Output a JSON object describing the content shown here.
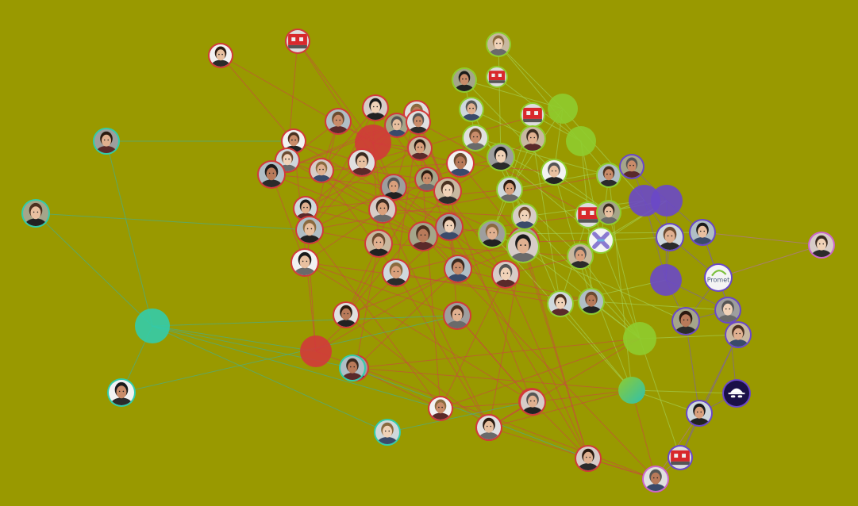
{
  "graph": {
    "background": "#999900",
    "clusters": [
      {
        "id": "red",
        "color": "#d23a3a",
        "edge_color": "#cc4444"
      },
      {
        "id": "green",
        "color": "#8fcc2e",
        "edge_color": "#a6d65a"
      },
      {
        "id": "purple",
        "color": "#6a48c8",
        "edge_color": "#7a5ab8"
      },
      {
        "id": "teal",
        "color": "#33ccaa",
        "edge_color": "#3bb0a0"
      },
      {
        "id": "pink",
        "color": "#cc66cc",
        "edge_color": "#b070b0"
      }
    ],
    "nodes": [
      {
        "id": "n1",
        "cluster": "red",
        "kind": "avatar"
      },
      {
        "id": "n2",
        "cluster": "red",
        "kind": "logo-red-box"
      },
      {
        "id": "n3",
        "cluster": "red",
        "kind": "avatar"
      },
      {
        "id": "n4",
        "cluster": "red",
        "kind": "avatar"
      },
      {
        "id": "n5",
        "cluster": "red",
        "kind": "avatar"
      },
      {
        "id": "n6",
        "cluster": "red",
        "kind": "filled"
      },
      {
        "id": "n7",
        "cluster": "red",
        "kind": "avatar"
      },
      {
        "id": "n8",
        "cluster": "red",
        "kind": "avatar"
      },
      {
        "id": "n9",
        "cluster": "red",
        "kind": "avatar"
      },
      {
        "id": "n10",
        "cluster": "red",
        "kind": "avatar"
      },
      {
        "id": "n11",
        "cluster": "red",
        "kind": "avatar"
      },
      {
        "id": "n12",
        "cluster": "red",
        "kind": "avatar"
      },
      {
        "id": "n13",
        "cluster": "red",
        "kind": "avatar"
      },
      {
        "id": "n14",
        "cluster": "red",
        "kind": "avatar"
      },
      {
        "id": "n15",
        "cluster": "red",
        "kind": "avatar"
      },
      {
        "id": "n16",
        "cluster": "red",
        "kind": "avatar"
      },
      {
        "id": "n17",
        "cluster": "red",
        "kind": "avatar"
      },
      {
        "id": "n18",
        "cluster": "red",
        "kind": "avatar"
      },
      {
        "id": "n19",
        "cluster": "red",
        "kind": "avatar"
      },
      {
        "id": "n20",
        "cluster": "red",
        "kind": "avatar"
      },
      {
        "id": "n21",
        "cluster": "red",
        "kind": "avatar"
      },
      {
        "id": "n22",
        "cluster": "red",
        "kind": "avatar"
      },
      {
        "id": "n23",
        "cluster": "red",
        "kind": "avatar"
      },
      {
        "id": "n24",
        "cluster": "red",
        "kind": "avatar"
      },
      {
        "id": "n25",
        "cluster": "red",
        "kind": "avatar"
      },
      {
        "id": "n26",
        "cluster": "red",
        "kind": "avatar"
      },
      {
        "id": "n27",
        "cluster": "red",
        "kind": "avatar"
      },
      {
        "id": "n28",
        "cluster": "red",
        "kind": "avatar"
      },
      {
        "id": "n29",
        "cluster": "red",
        "kind": "avatar"
      },
      {
        "id": "n30",
        "cluster": "red",
        "kind": "avatar"
      },
      {
        "id": "n31",
        "cluster": "red",
        "kind": "avatar"
      },
      {
        "id": "n32",
        "cluster": "red",
        "kind": "filled"
      },
      {
        "id": "n33",
        "cluster": "red",
        "kind": "avatar"
      },
      {
        "id": "n34",
        "cluster": "red",
        "kind": "avatar"
      },
      {
        "id": "n35",
        "cluster": "red",
        "kind": "avatar"
      },
      {
        "id": "n36",
        "cluster": "red",
        "kind": "avatar"
      },
      {
        "id": "n37",
        "cluster": "red",
        "kind": "avatar"
      },
      {
        "id": "n38",
        "cluster": "red",
        "kind": "avatar"
      },
      {
        "id": "n39",
        "cluster": "green",
        "kind": "avatar"
      },
      {
        "id": "n40",
        "cluster": "green",
        "kind": "avatar"
      },
      {
        "id": "n41",
        "cluster": "green",
        "kind": "logo-red-box"
      },
      {
        "id": "n42",
        "cluster": "green",
        "kind": "avatar"
      },
      {
        "id": "n43",
        "cluster": "green",
        "kind": "logo-red-box"
      },
      {
        "id": "n44",
        "cluster": "green",
        "kind": "filled"
      },
      {
        "id": "n45",
        "cluster": "green",
        "kind": "avatar"
      },
      {
        "id": "n46",
        "cluster": "green",
        "kind": "avatar"
      },
      {
        "id": "n47",
        "cluster": "green",
        "kind": "filled"
      },
      {
        "id": "n48",
        "cluster": "green",
        "kind": "avatar"
      },
      {
        "id": "n49",
        "cluster": "green",
        "kind": "avatar"
      },
      {
        "id": "n50",
        "cluster": "green",
        "kind": "avatar"
      },
      {
        "id": "n51",
        "cluster": "green",
        "kind": "avatar"
      },
      {
        "id": "n52",
        "cluster": "green",
        "kind": "avatar"
      },
      {
        "id": "n53",
        "cluster": "green",
        "kind": "logo-red-box"
      },
      {
        "id": "n54",
        "cluster": "green",
        "kind": "avatar"
      },
      {
        "id": "n55",
        "cluster": "green",
        "kind": "avatar"
      },
      {
        "id": "n56",
        "cluster": "green",
        "kind": "avatar"
      },
      {
        "id": "n57",
        "cluster": "green",
        "kind": "logo-x"
      },
      {
        "id": "n58",
        "cluster": "green",
        "kind": "avatar"
      },
      {
        "id": "n59",
        "cluster": "green",
        "kind": "avatar"
      },
      {
        "id": "n60",
        "cluster": "green",
        "kind": "avatar"
      },
      {
        "id": "n61",
        "cluster": "green",
        "kind": "filled"
      },
      {
        "id": "n62",
        "cluster": "green",
        "kind": "filled-gradient"
      },
      {
        "id": "n63",
        "cluster": "purple",
        "kind": "avatar"
      },
      {
        "id": "n64",
        "cluster": "purple",
        "kind": "filled"
      },
      {
        "id": "n65",
        "cluster": "purple",
        "kind": "filled"
      },
      {
        "id": "n66",
        "cluster": "purple",
        "kind": "avatar"
      },
      {
        "id": "n67",
        "cluster": "purple",
        "kind": "avatar"
      },
      {
        "id": "n68",
        "cluster": "purple",
        "kind": "filled"
      },
      {
        "id": "n69",
        "cluster": "purple",
        "kind": "logo-text",
        "label": "Promet"
      },
      {
        "id": "n70",
        "cluster": "purple",
        "kind": "avatar"
      },
      {
        "id": "n71",
        "cluster": "purple",
        "kind": "avatar"
      },
      {
        "id": "n72",
        "cluster": "purple",
        "kind": "avatar"
      },
      {
        "id": "n73",
        "cluster": "purple",
        "kind": "logo-hat"
      },
      {
        "id": "n74",
        "cluster": "purple",
        "kind": "avatar"
      },
      {
        "id": "n75",
        "cluster": "purple",
        "kind": "logo-red-box"
      },
      {
        "id": "n76",
        "cluster": "pink",
        "kind": "avatar"
      },
      {
        "id": "n77",
        "cluster": "pink",
        "kind": "avatar"
      },
      {
        "id": "n78",
        "cluster": "teal",
        "kind": "avatar"
      },
      {
        "id": "n79",
        "cluster": "teal",
        "kind": "avatar"
      },
      {
        "id": "n80",
        "cluster": "teal",
        "kind": "filled"
      },
      {
        "id": "n81",
        "cluster": "teal",
        "kind": "avatar"
      },
      {
        "id": "n82",
        "cluster": "teal",
        "kind": "avatar"
      },
      {
        "id": "n83",
        "cluster": "teal",
        "kind": "avatar"
      },
      {
        "id": "n84",
        "cluster": "red",
        "kind": "avatar"
      },
      {
        "id": "n85",
        "cluster": "red",
        "kind": "avatar"
      }
    ],
    "edges": [
      [
        "n1",
        "n6"
      ],
      [
        "n1",
        "n9"
      ],
      [
        "n2",
        "n6"
      ],
      [
        "n2",
        "n10"
      ],
      [
        "n2",
        "n14"
      ],
      [
        "n3",
        "n6"
      ],
      [
        "n3",
        "n10"
      ],
      [
        "n3",
        "n12"
      ],
      [
        "n4",
        "n6"
      ],
      [
        "n4",
        "n12"
      ],
      [
        "n4",
        "n15"
      ],
      [
        "n5",
        "n6"
      ],
      [
        "n5",
        "n11"
      ],
      [
        "n5",
        "n16"
      ],
      [
        "n6",
        "n7"
      ],
      [
        "n6",
        "n8"
      ],
      [
        "n6",
        "n13"
      ],
      [
        "n6",
        "n14"
      ],
      [
        "n6",
        "n17"
      ],
      [
        "n6",
        "n20"
      ],
      [
        "n6",
        "n24"
      ],
      [
        "n7",
        "n11"
      ],
      [
        "n7",
        "n19"
      ],
      [
        "n8",
        "n18"
      ],
      [
        "n8",
        "n21"
      ],
      [
        "n9",
        "n13"
      ],
      [
        "n9",
        "n22"
      ],
      [
        "n10",
        "n15"
      ],
      [
        "n10",
        "n23"
      ],
      [
        "n11",
        "n16"
      ],
      [
        "n11",
        "n25"
      ],
      [
        "n12",
        "n17"
      ],
      [
        "n12",
        "n26"
      ],
      [
        "n13",
        "n18"
      ],
      [
        "n13",
        "n27"
      ],
      [
        "n14",
        "n19"
      ],
      [
        "n14",
        "n28"
      ],
      [
        "n15",
        "n20"
      ],
      [
        "n15",
        "n29"
      ],
      [
        "n16",
        "n21"
      ],
      [
        "n16",
        "n30"
      ],
      [
        "n17",
        "n22"
      ],
      [
        "n17",
        "n31"
      ],
      [
        "n18",
        "n23"
      ],
      [
        "n18",
        "n32"
      ],
      [
        "n19",
        "n24"
      ],
      [
        "n19",
        "n33"
      ],
      [
        "n20",
        "n25"
      ],
      [
        "n20",
        "n34"
      ],
      [
        "n21",
        "n26"
      ],
      [
        "n21",
        "n35"
      ],
      [
        "n22",
        "n27"
      ],
      [
        "n22",
        "n36"
      ],
      [
        "n23",
        "n28"
      ],
      [
        "n23",
        "n37"
      ],
      [
        "n24",
        "n29"
      ],
      [
        "n24",
        "n38"
      ],
      [
        "n25",
        "n30"
      ],
      [
        "n25",
        "n84"
      ],
      [
        "n26",
        "n31"
      ],
      [
        "n26",
        "n85"
      ],
      [
        "n27",
        "n32"
      ],
      [
        "n28",
        "n33"
      ],
      [
        "n29",
        "n34"
      ],
      [
        "n30",
        "n35"
      ],
      [
        "n31",
        "n36"
      ],
      [
        "n32",
        "n37"
      ],
      [
        "n33",
        "n38"
      ],
      [
        "n34",
        "n84"
      ],
      [
        "n35",
        "n85"
      ],
      [
        "n36",
        "n37"
      ],
      [
        "n27",
        "n38"
      ],
      [
        "n22",
        "n32"
      ],
      [
        "n21",
        "n33"
      ],
      [
        "n28",
        "n36"
      ],
      [
        "n30",
        "n84"
      ],
      [
        "n31",
        "n85"
      ],
      [
        "n9",
        "n32"
      ],
      [
        "n8",
        "n27"
      ],
      [
        "n14",
        "n31"
      ],
      [
        "n10",
        "n22"
      ],
      [
        "n11",
        "n23"
      ],
      [
        "n12",
        "n20"
      ],
      [
        "n16",
        "n29"
      ],
      [
        "n5",
        "n24"
      ],
      [
        "n4",
        "n19"
      ],
      [
        "n3",
        "n25"
      ],
      [
        "n7",
        "n28"
      ],
      [
        "n39",
        "n44"
      ],
      [
        "n39",
        "n45"
      ],
      [
        "n40",
        "n44"
      ],
      [
        "n40",
        "n46"
      ],
      [
        "n41",
        "n47"
      ],
      [
        "n42",
        "n48"
      ],
      [
        "n43",
        "n47"
      ],
      [
        "n44",
        "n49"
      ],
      [
        "n44",
        "n50"
      ],
      [
        "n45",
        "n51"
      ],
      [
        "n46",
        "n52"
      ],
      [
        "n47",
        "n53"
      ],
      [
        "n48",
        "n54"
      ],
      [
        "n49",
        "n55"
      ],
      [
        "n50",
        "n56"
      ],
      [
        "n51",
        "n57"
      ],
      [
        "n52",
        "n58"
      ],
      [
        "n53",
        "n59"
      ],
      [
        "n54",
        "n60"
      ],
      [
        "n55",
        "n61"
      ],
      [
        "n56",
        "n62"
      ],
      [
        "n57",
        "n61"
      ],
      [
        "n58",
        "n62"
      ],
      [
        "n59",
        "n61"
      ],
      [
        "n60",
        "n61"
      ],
      [
        "n45",
        "n55"
      ],
      [
        "n46",
        "n57"
      ],
      [
        "n48",
        "n58"
      ],
      [
        "n49",
        "n59"
      ],
      [
        "n50",
        "n60"
      ],
      [
        "n52",
        "n61"
      ],
      [
        "n54",
        "n62"
      ],
      [
        "n56",
        "n61"
      ],
      [
        "n51",
        "n62"
      ],
      [
        "n47",
        "n57"
      ],
      [
        "n53",
        "n58"
      ],
      [
        "n39",
        "n49"
      ],
      [
        "n40",
        "n51"
      ],
      [
        "n42",
        "n52"
      ],
      [
        "n43",
        "n54"
      ],
      [
        "n63",
        "n64"
      ],
      [
        "n63",
        "n65"
      ],
      [
        "n64",
        "n66"
      ],
      [
        "n65",
        "n67"
      ],
      [
        "n66",
        "n68"
      ],
      [
        "n67",
        "n69"
      ],
      [
        "n68",
        "n70"
      ],
      [
        "n68",
        "n71"
      ],
      [
        "n69",
        "n72"
      ],
      [
        "n70",
        "n73"
      ],
      [
        "n71",
        "n74"
      ],
      [
        "n72",
        "n74"
      ],
      [
        "n73",
        "n74"
      ],
      [
        "n74",
        "n75"
      ],
      [
        "n64",
        "n68"
      ],
      [
        "n65",
        "n68"
      ],
      [
        "n66",
        "n69"
      ],
      [
        "n67",
        "n72"
      ],
      [
        "n70",
        "n71"
      ],
      [
        "n69",
        "n71"
      ],
      [
        "n72",
        "n75"
      ],
      [
        "n76",
        "n67"
      ],
      [
        "n76",
        "n69"
      ],
      [
        "n77",
        "n74"
      ],
      [
        "n77",
        "n75"
      ],
      [
        "n78",
        "n80"
      ],
      [
        "n79",
        "n80"
      ],
      [
        "n80",
        "n81"
      ],
      [
        "n80",
        "n82"
      ],
      [
        "n80",
        "n83"
      ],
      [
        "n80",
        "n32"
      ],
      [
        "n78",
        "n9"
      ],
      [
        "n79",
        "n19"
      ],
      [
        "n81",
        "n30"
      ],
      [
        "n82",
        "n35"
      ],
      [
        "n83",
        "n36"
      ],
      [
        "n80",
        "n33"
      ],
      [
        "n80",
        "n30"
      ],
      [
        "n15",
        "n45"
      ],
      [
        "n17",
        "n49"
      ],
      [
        "n18",
        "n50"
      ],
      [
        "n20",
        "n52"
      ],
      [
        "n23",
        "n55"
      ],
      [
        "n24",
        "n56"
      ],
      [
        "n26",
        "n58"
      ],
      [
        "n27",
        "n59"
      ],
      [
        "n29",
        "n60"
      ],
      [
        "n31",
        "n57"
      ],
      [
        "n33",
        "n61"
      ],
      [
        "n34",
        "n62"
      ],
      [
        "n37",
        "n62"
      ],
      [
        "n38",
        "n61"
      ],
      [
        "n36",
        "n60"
      ],
      [
        "n13",
        "n44"
      ],
      [
        "n14",
        "n46"
      ],
      [
        "n16",
        "n48"
      ],
      [
        "n19",
        "n51"
      ],
      [
        "n21",
        "n53"
      ],
      [
        "n22",
        "n54"
      ],
      [
        "n28",
        "n56"
      ],
      [
        "n25",
        "n59"
      ],
      [
        "n55",
        "n64"
      ],
      [
        "n56",
        "n65"
      ],
      [
        "n57",
        "n66"
      ],
      [
        "n58",
        "n68"
      ],
      [
        "n59",
        "n70"
      ],
      [
        "n60",
        "n71"
      ],
      [
        "n61",
        "n72"
      ],
      [
        "n62",
        "n74"
      ],
      [
        "n50",
        "n63"
      ],
      [
        "n52",
        "n64"
      ],
      [
        "n53",
        "n65"
      ],
      [
        "n54",
        "n67"
      ],
      [
        "n61",
        "n75"
      ],
      [
        "n62",
        "n73"
      ],
      [
        "n44",
        "n64"
      ],
      [
        "n57",
        "n65"
      ],
      [
        "n36",
        "n84"
      ],
      [
        "n37",
        "n85"
      ],
      [
        "n38",
        "n62"
      ],
      [
        "n85",
        "n61"
      ],
      [
        "n84",
        "n62"
      ],
      [
        "n33",
        "n84"
      ]
    ]
  }
}
